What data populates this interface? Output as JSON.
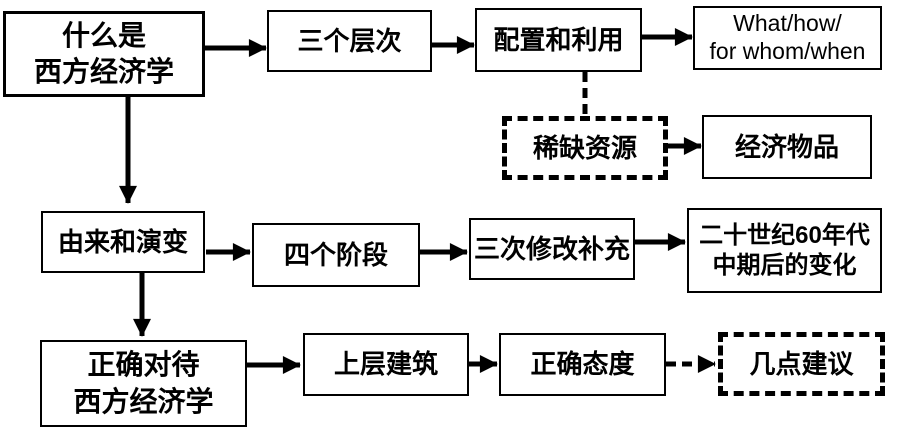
{
  "diagram": {
    "background_color": "#ffffff",
    "line_color": "#000000",
    "nodes": {
      "what_is": {
        "text": "什么是\n西方经济学",
        "style": "solid"
      },
      "three_levels": {
        "text": "三个层次",
        "style": "solid"
      },
      "allocation": {
        "text": "配置和利用",
        "style": "solid"
      },
      "what_how": {
        "text": "What/how/\nfor whom/when",
        "style": "solid"
      },
      "scarce_resources": {
        "text": "稀缺资源",
        "style": "dashed"
      },
      "economic_goods": {
        "text": "经济物品",
        "style": "solid"
      },
      "origin_evolution": {
        "text": "由来和演变",
        "style": "solid"
      },
      "four_stages": {
        "text": "四个阶段",
        "style": "solid"
      },
      "three_revisions": {
        "text": "三次修改补充",
        "style": "solid"
      },
      "changes_1960s": {
        "text": "二十世纪60年代\n中期后的变化",
        "style": "solid"
      },
      "treat_correctly": {
        "text": "正确对待\n西方经济学",
        "style": "solid"
      },
      "superstructure": {
        "text": "上层建筑",
        "style": "solid"
      },
      "correct_attitude": {
        "text": "正确态度",
        "style": "solid"
      },
      "suggestions": {
        "text": "几点建议",
        "style": "dashed"
      }
    },
    "edges": [
      {
        "from": "what_is",
        "to": "three_levels",
        "style": "solid-arrow"
      },
      {
        "from": "three_levels",
        "to": "allocation",
        "style": "solid-arrow"
      },
      {
        "from": "allocation",
        "to": "what_how",
        "style": "solid-arrow"
      },
      {
        "from": "allocation",
        "to": "scarce_resources",
        "style": "dashed-line"
      },
      {
        "from": "scarce_resources",
        "to": "economic_goods",
        "style": "solid-arrow"
      },
      {
        "from": "what_is",
        "to": "origin_evolution",
        "style": "solid-arrow"
      },
      {
        "from": "origin_evolution",
        "to": "four_stages",
        "style": "solid-arrow"
      },
      {
        "from": "four_stages",
        "to": "three_revisions",
        "style": "solid-arrow"
      },
      {
        "from": "three_revisions",
        "to": "changes_1960s",
        "style": "solid-arrow"
      },
      {
        "from": "origin_evolution",
        "to": "treat_correctly",
        "style": "solid-arrow"
      },
      {
        "from": "treat_correctly",
        "to": "superstructure",
        "style": "solid-arrow"
      },
      {
        "from": "superstructure",
        "to": "correct_attitude",
        "style": "solid-arrow"
      },
      {
        "from": "correct_attitude",
        "to": "suggestions",
        "style": "dashed-arrow"
      }
    ]
  }
}
